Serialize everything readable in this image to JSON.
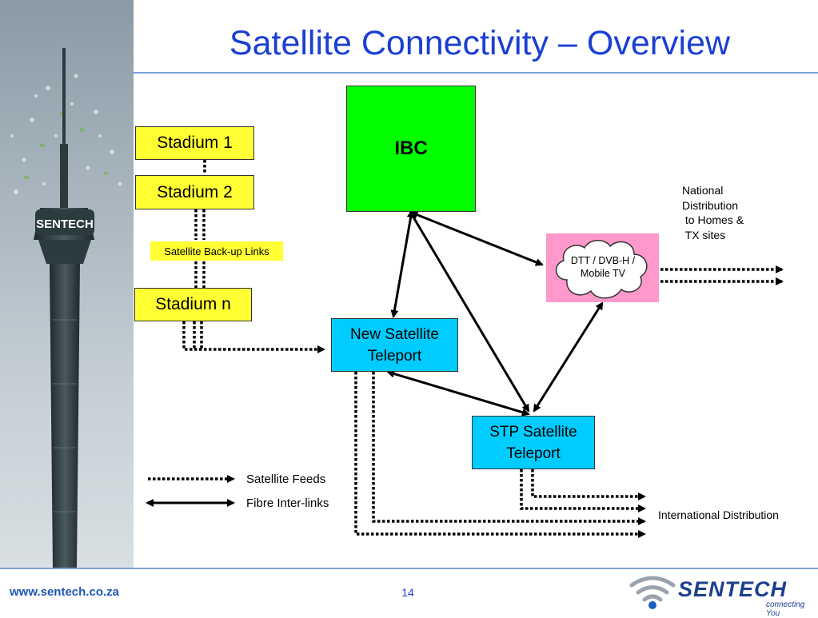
{
  "slide": {
    "title": "Satellite Connectivity – Overview",
    "website": "www.sentech.co.za",
    "page_number": "14",
    "logo": {
      "name": "SENTECH",
      "tagline": "connecting You"
    }
  },
  "tower": {
    "sign": "SENTECH"
  },
  "nodes": {
    "stadium_1": "Stadium 1",
    "stadium_2": "Stadium 2",
    "stadium_n": "Stadium n",
    "ibc": "IBC",
    "new_teleport_line1": "New Satellite",
    "new_teleport_line2": "Teleport",
    "stp_teleport_line1": "STP Satellite",
    "stp_teleport_line2": "Teleport",
    "dtt_line1": "DTT / DVB-H /",
    "dtt_line2": "Mobile TV"
  },
  "labels": {
    "backup_links": "Satellite Back-up Links",
    "national_distribution": "National\nDistribution\n to Homes &\n TX sites",
    "international_distribution": "International Distribution"
  },
  "legend": {
    "satellite_feeds": "Satellite Feeds",
    "fibre_interlinks": "Fibre Inter-links"
  },
  "colors": {
    "title_blue": "#1a3fd4",
    "stadium_yellow": "#ffff33",
    "ibc_green": "#00ff00",
    "teleport_cyan": "#00ccff",
    "dtt_pink": "#ff99cc"
  }
}
